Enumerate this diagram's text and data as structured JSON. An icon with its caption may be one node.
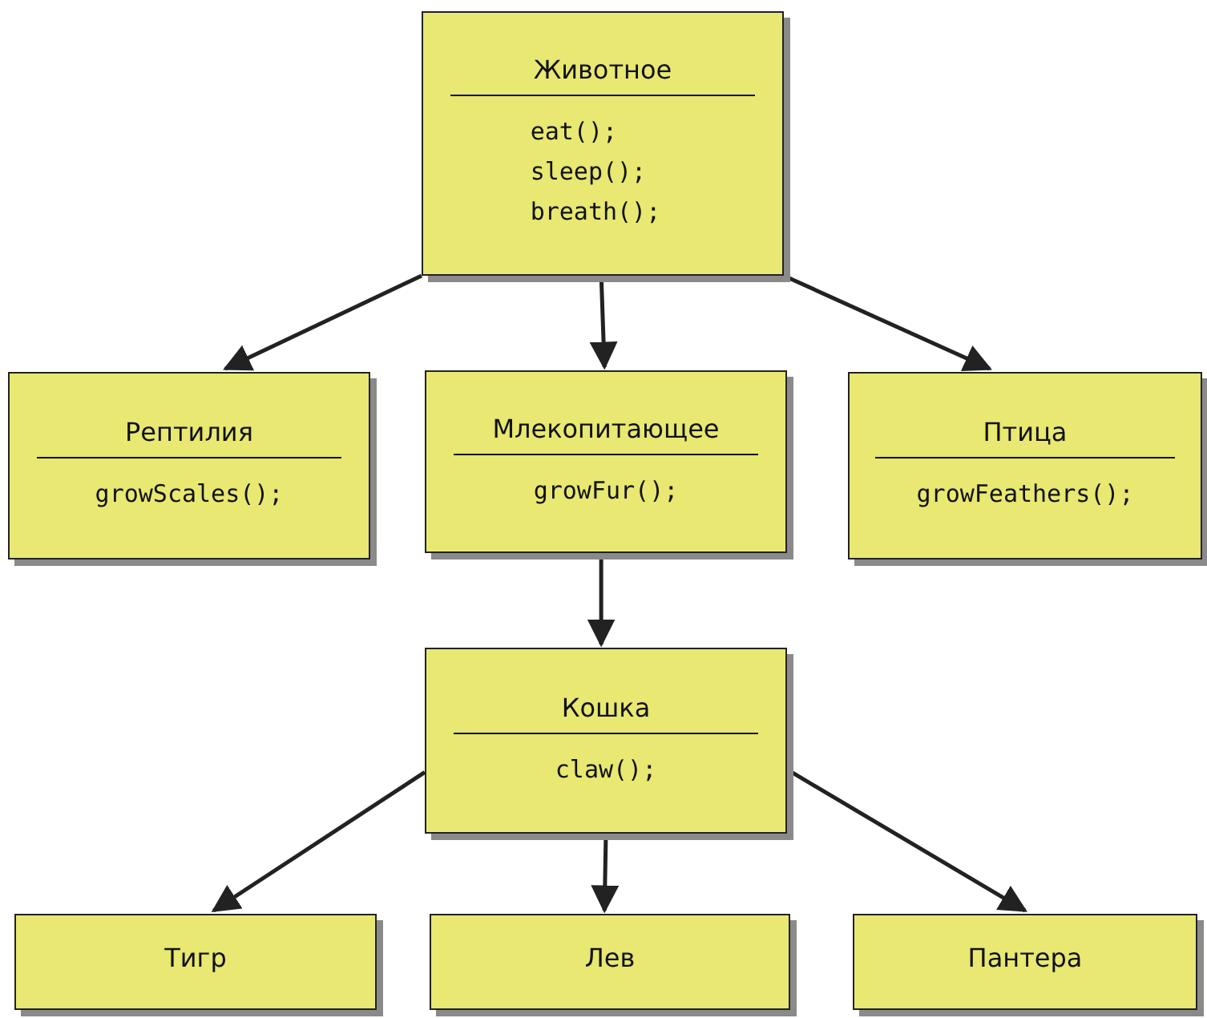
{
  "diagram": {
    "nodes": [
      {
        "text": [
          "Животное",
          "eat(); sleep(); breath();"
        ]
      },
      {
        "text": [
          "Рептилия",
          "growScales();"
        ]
      },
      {
        "text": [
          "Млекопитающее",
          "growFur();"
        ]
      },
      {
        "text": [
          "Птица",
          "growFeathers();"
        ]
      },
      {
        "text": [
          "Кошка",
          "claw();"
        ]
      },
      {
        "text": [
          "Тигр"
        ]
      },
      {
        "text": [
          "Лев"
        ]
      },
      {
        "text": [
          "Пантера"
        ]
      }
    ],
    "edges": [
      {
        "from": 0,
        "to": 1,
        "arrow": "to"
      },
      {
        "from": 0,
        "to": 2,
        "arrow": "to"
      },
      {
        "from": 0,
        "to": 3,
        "arrow": "to"
      },
      {
        "from": 2,
        "to": 4,
        "arrow": "to"
      },
      {
        "from": 4,
        "to": 5,
        "arrow": "to"
      },
      {
        "from": 4,
        "to": 6,
        "arrow": "to"
      },
      {
        "from": 4,
        "to": 7,
        "arrow": "to"
      }
    ]
  }
}
